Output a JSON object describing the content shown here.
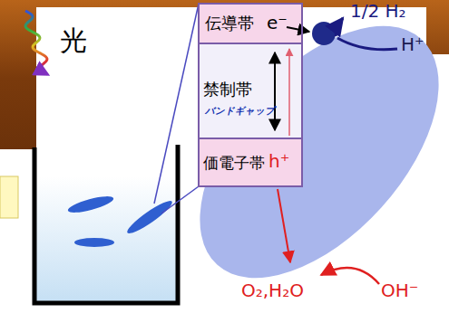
{
  "diagram": {
    "nodes": [
      {
        "text": [
          "伝導帯",
          "e⁻"
        ]
      },
      {
        "text": [
          "禁制帯",
          "バンドギャップ"
        ]
      },
      {
        "text": [
          "価電子帯",
          "h⁺"
        ]
      }
    ],
    "labels": [
      "光",
      "1/2 H₂",
      "H⁺",
      "O₂,H₂O",
      "OH⁻"
    ]
  }
}
